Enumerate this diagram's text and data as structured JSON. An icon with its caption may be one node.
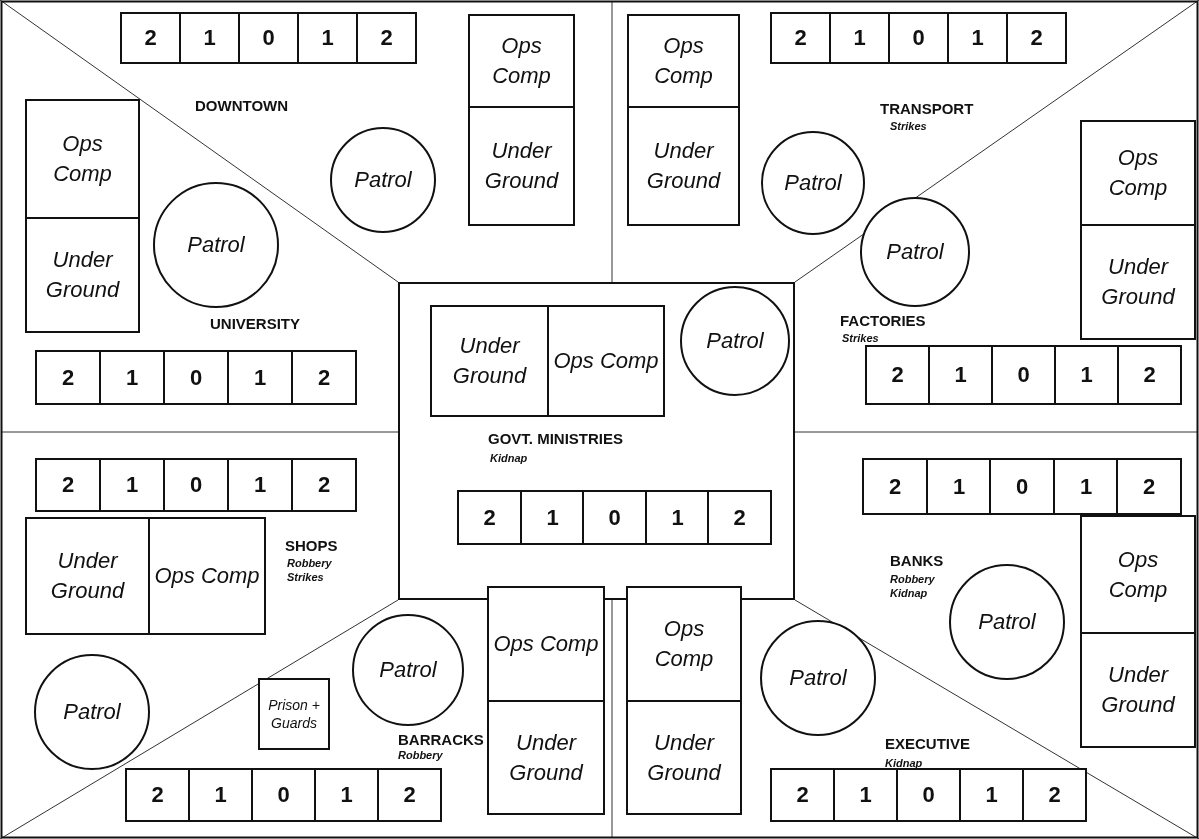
{
  "diagram": {
    "nodes": [
      {
        "text": [
          "2"
        ]
      },
      {
        "text": [
          "1"
        ]
      },
      {
        "text": [
          "0"
        ]
      },
      {
        "text": [
          "1"
        ]
      },
      {
        "text": [
          "2"
        ]
      },
      {
        "text": [
          "Ops Comp"
        ]
      },
      {
        "text": [
          "Under Ground"
        ]
      },
      {
        "text": [
          "Patrol"
        ]
      },
      {
        "text": [
          "2"
        ]
      },
      {
        "text": [
          "1"
        ]
      },
      {
        "text": [
          "0"
        ]
      },
      {
        "text": [
          "1"
        ]
      },
      {
        "text": [
          "2"
        ]
      },
      {
        "text": [
          "Ops Comp"
        ]
      },
      {
        "text": [
          "Under Ground"
        ]
      },
      {
        "text": [
          "Patrol"
        ]
      },
      {
        "text": [
          "2"
        ]
      },
      {
        "text": [
          "1"
        ]
      },
      {
        "text": [
          "0"
        ]
      },
      {
        "text": [
          "1"
        ]
      },
      {
        "text": [
          "2"
        ]
      },
      {
        "text": [
          "Ops Comp"
        ]
      },
      {
        "text": [
          "Under Ground"
        ]
      },
      {
        "text": [
          "Patrol"
        ]
      },
      {
        "text": [
          "2"
        ]
      },
      {
        "text": [
          "1"
        ]
      },
      {
        "text": [
          "0"
        ]
      },
      {
        "text": [
          "1"
        ]
      },
      {
        "text": [
          "2"
        ]
      },
      {
        "text": [
          "Ops Comp"
        ]
      },
      {
        "text": [
          "Under Ground"
        ]
      },
      {
        "text": [
          "Patrol"
        ]
      },
      {
        "text": [
          "GOVT. MINISTRIES",
          "Kidnap"
        ]
      },
      {
        "text": [
          "Under Ground"
        ],
        "in": 32
      },
      {
        "text": [
          "Ops Comp"
        ],
        "in": 32
      },
      {
        "text": [
          "Patrol"
        ],
        "in": 32
      },
      {
        "text": [
          "2"
        ],
        "in": 32
      },
      {
        "text": [
          "1"
        ],
        "in": 32
      },
      {
        "text": [
          "0"
        ],
        "in": 32
      },
      {
        "text": [
          "1"
        ],
        "in": 32
      },
      {
        "text": [
          "2"
        ],
        "in": 32
      },
      {
        "text": [
          "2"
        ]
      },
      {
        "text": [
          "1"
        ]
      },
      {
        "text": [
          "0"
        ]
      },
      {
        "text": [
          "1"
        ]
      },
      {
        "text": [
          "2"
        ]
      },
      {
        "text": [
          "Under Ground"
        ]
      },
      {
        "text": [
          "Ops Comp"
        ]
      },
      {
        "text": [
          "Patrol"
        ]
      },
      {
        "text": [
          "2"
        ]
      },
      {
        "text": [
          "1"
        ]
      },
      {
        "text": [
          "0"
        ]
      },
      {
        "text": [
          "1"
        ]
      },
      {
        "text": [
          "2"
        ]
      },
      {
        "text": [
          "Patrol"
        ]
      },
      {
        "text": [
          "Ops Comp"
        ]
      },
      {
        "text": [
          "Under Ground"
        ]
      },
      {
        "text": [
          "Patrol"
        ]
      },
      {
        "text": [
          "Prison + Guards"
        ]
      },
      {
        "text": [
          "Ops Comp"
        ]
      },
      {
        "text": [
          "Under Ground"
        ]
      },
      {
        "text": [
          "2"
        ]
      },
      {
        "text": [
          "1"
        ]
      },
      {
        "text": [
          "0"
        ]
      },
      {
        "text": [
          "1"
        ]
      },
      {
        "text": [
          "2"
        ]
      },
      {
        "text": [
          "Ops Comp"
        ]
      },
      {
        "text": [
          "Under Ground"
        ]
      },
      {
        "text": [
          "Patrol"
        ]
      },
      {
        "text": [
          "2"
        ]
      },
      {
        "text": [
          "1"
        ]
      },
      {
        "text": [
          "0"
        ]
      },
      {
        "text": [
          "1"
        ]
      },
      {
        "text": [
          "2"
        ]
      }
    ],
    "labels": [
      "DOWNTOWN",
      "TRANSPORT",
      "Strikes",
      "UNIVERSITY",
      "FACTORIES",
      "Strikes",
      "SHOPS",
      "Robbery",
      "Strikes",
      "BANKS",
      "Robbery",
      "Kidnap",
      "BARRACKS",
      "Robbery",
      "EXECUTIVE",
      "Kidnap"
    ]
  }
}
